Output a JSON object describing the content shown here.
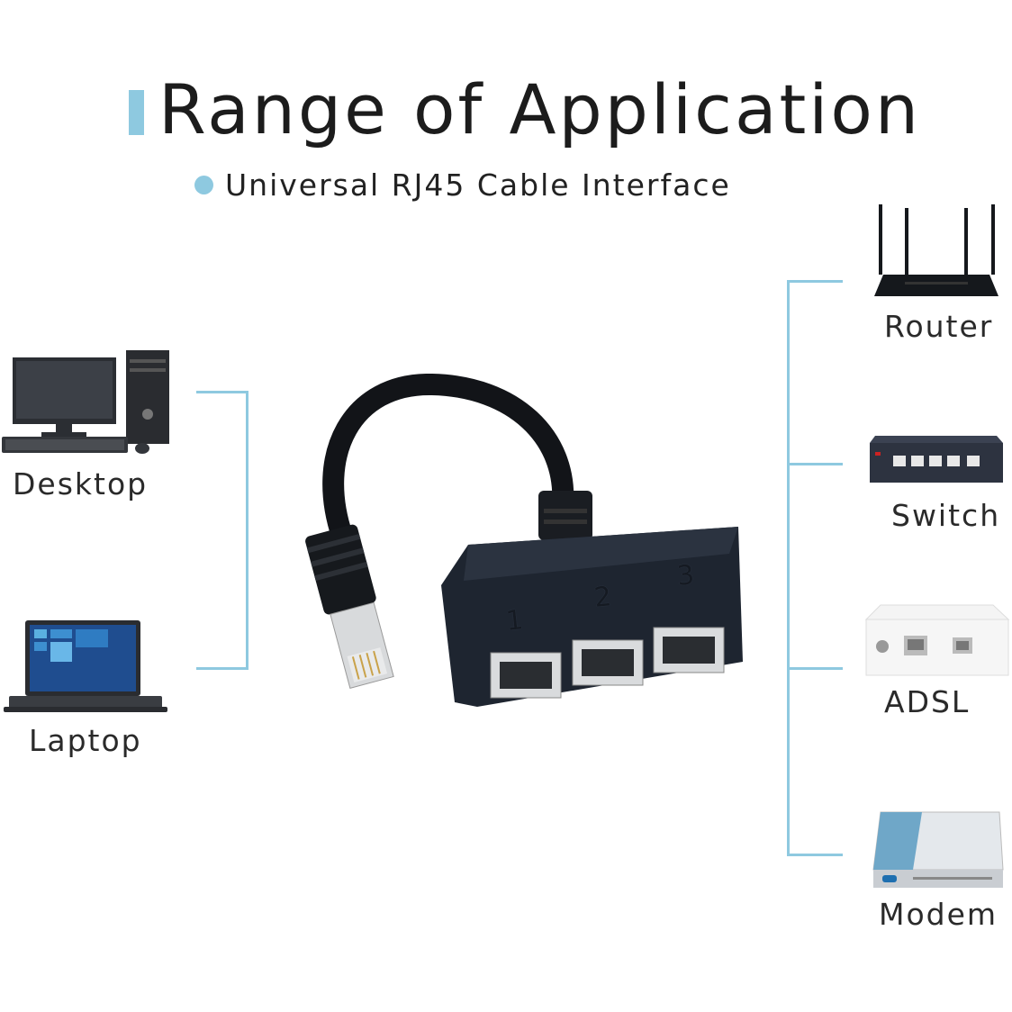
{
  "title": "Range of Application",
  "subtitle": "Universal RJ45 Cable Interface",
  "left_devices": [
    {
      "label": "Desktop",
      "icon": "desktop-computer-icon"
    },
    {
      "label": "Laptop",
      "icon": "laptop-icon"
    }
  ],
  "right_devices": [
    {
      "label": "Router",
      "icon": "router-icon"
    },
    {
      "label": "Switch",
      "icon": "network-switch-icon"
    },
    {
      "label": "ADSL",
      "icon": "adsl-modem-icon"
    },
    {
      "label": "Modem",
      "icon": "modem-icon"
    }
  ],
  "splitter": {
    "port_numbers": [
      "1",
      "2",
      "3"
    ]
  },
  "colors": {
    "accent": "#8ec9e0",
    "text": "#1c1c1c",
    "device_dark": "#1e2530"
  }
}
